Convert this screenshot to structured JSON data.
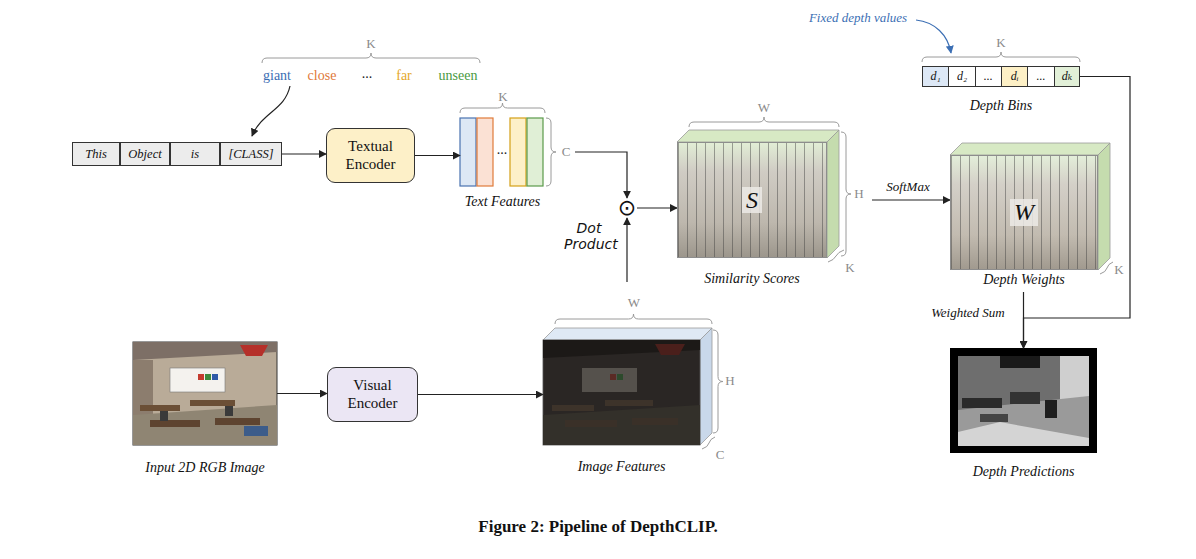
{
  "diagram": {
    "caption": "Figure 2: Pipeline of DepthCLIP.",
    "nodes": [
      {
        "text": [
          "This"
        ]
      },
      {
        "text": [
          "Object"
        ]
      },
      {
        "text": [
          "is"
        ]
      },
      {
        "text": [
          "[CLASS]"
        ]
      },
      {
        "text": [
          "Textual Encoder"
        ]
      },
      {
        "text": [
          "Text Features"
        ]
      },
      {
        "text": [
          "⊙",
          "Dot Product"
        ]
      },
      {
        "text": [
          "S",
          "Similarity Scores"
        ]
      },
      {
        "text": [
          "Depth Bins"
        ]
      },
      {
        "text": [
          "d₁"
        ],
        "in": 8
      },
      {
        "text": [
          "d₂"
        ],
        "in": 8
      },
      {
        "text": [
          "..."
        ],
        "in": 8
      },
      {
        "text": [
          "dᵢ"
        ],
        "in": 8
      },
      {
        "text": [
          "..."
        ],
        "in": 8
      },
      {
        "text": [
          "dₖ"
        ],
        "in": 8
      },
      {
        "text": [
          "W",
          "Depth Weights"
        ]
      },
      {
        "text": [
          "Depth Predictions"
        ]
      },
      {
        "text": [
          "Input 2D RGB Image"
        ]
      },
      {
        "text": [
          "Visual Encoder"
        ]
      },
      {
        "text": [
          "Image Features"
        ]
      }
    ],
    "edges": [
      {
        "from": 3,
        "to": 4,
        "arrow": "to"
      },
      {
        "from": 4,
        "to": 5,
        "arrow": "to"
      },
      {
        "from": 5,
        "to": 6,
        "arrow": "to"
      },
      {
        "from": 19,
        "to": 6,
        "arrow": "to"
      },
      {
        "from": 6,
        "to": 7,
        "arrow": "to"
      },
      {
        "from": 7,
        "to": 15,
        "arrow": "to",
        "label": "SoftMax"
      },
      {
        "from": 15,
        "to": 16,
        "arrow": "to",
        "label": "Weighted Sum"
      },
      {
        "from": 8,
        "to": 16,
        "arrow": "to"
      },
      {
        "from": 17,
        "to": 18,
        "arrow": "to"
      },
      {
        "from": 18,
        "to": 19,
        "arrow": "to"
      }
    ],
    "labels": [
      "K",
      "giant",
      "close",
      "...",
      "far",
      "unseen",
      "K",
      "...",
      "C",
      "W",
      "H",
      "K",
      "Fixed depth values",
      "K",
      "K",
      "W",
      "H",
      "C"
    ]
  }
}
